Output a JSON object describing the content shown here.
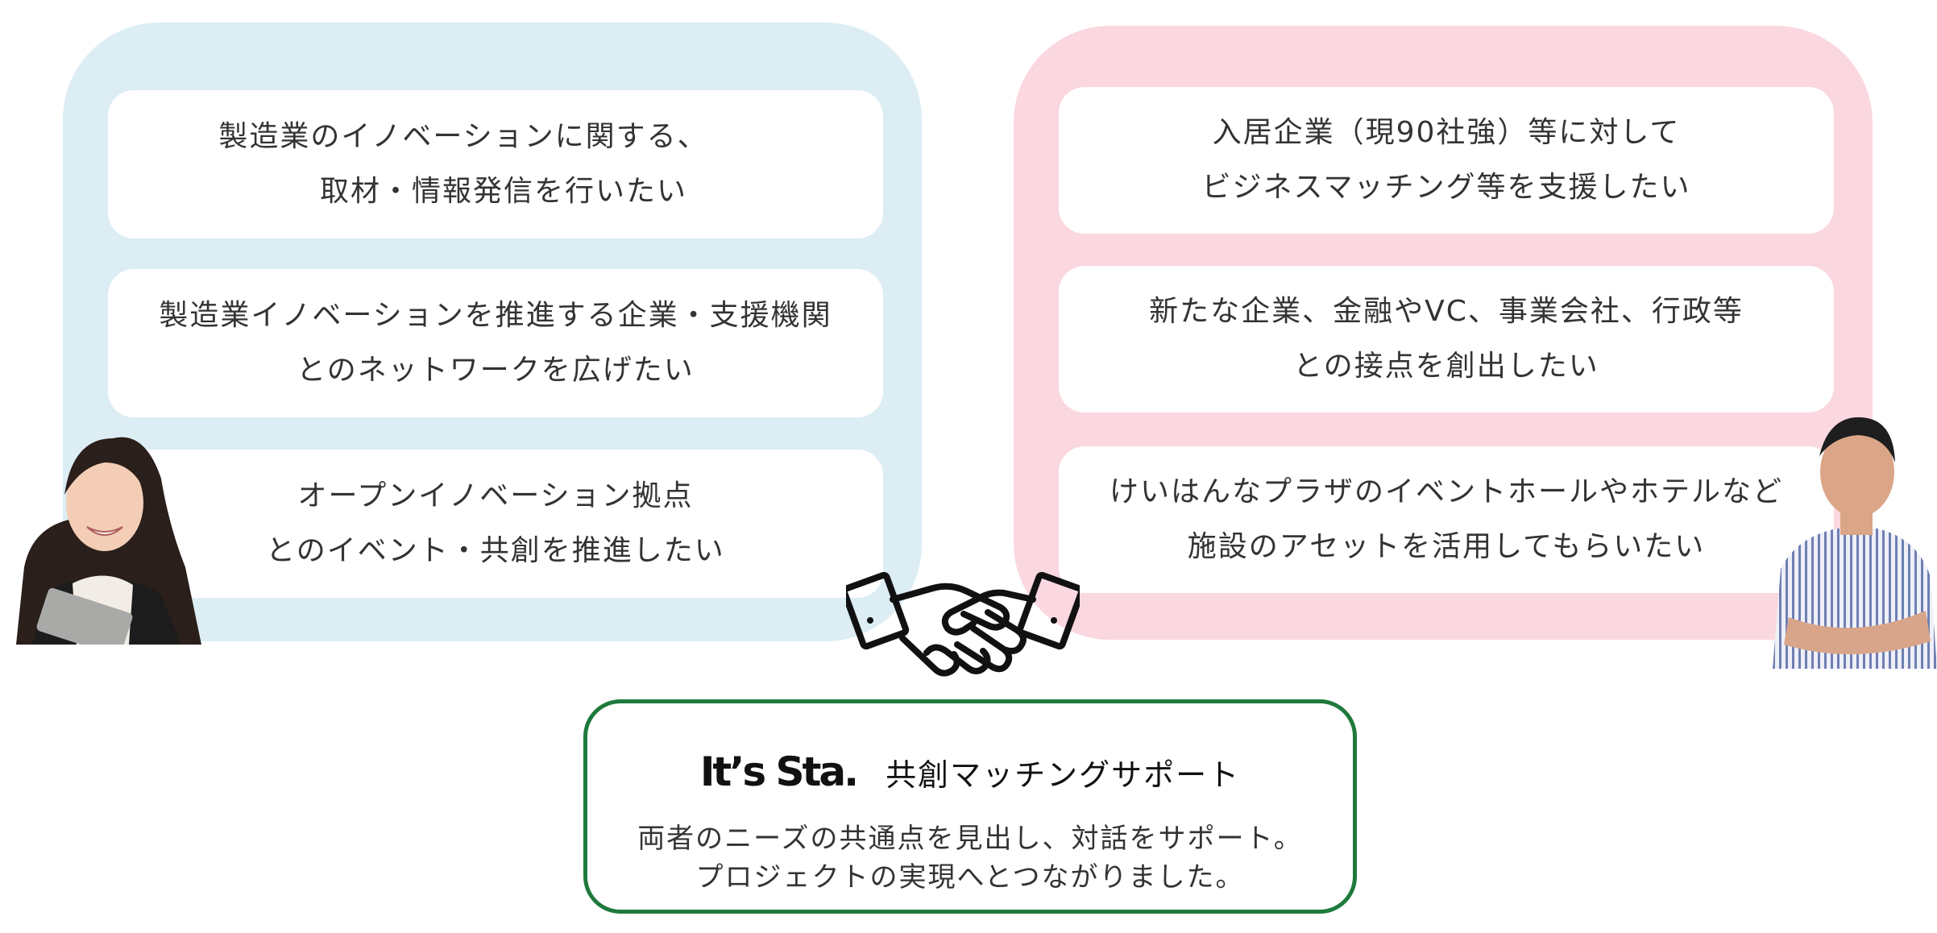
{
  "left_panel": {
    "color": "#dcedf4",
    "cards": [
      {
        "line1": "製造業のイノベーションに関する、",
        "line2": "取材・情報発信を行いたい"
      },
      {
        "line1": "製造業イノベーションを推進する企業・支援機関",
        "line2": "とのネットワークを広げたい"
      },
      {
        "line1": "オープンイノベーション拠点",
        "line2": "とのイベント・共創を推進したい"
      }
    ]
  },
  "right_panel": {
    "color": "#fbd7e0",
    "cards": [
      {
        "line1": "入居企業（現90社強）等に対して",
        "line2": "ビジネスマッチング等を支援したい"
      },
      {
        "line1": "新たな企業、金融やVC、事業会社、行政等",
        "line2": "との接点を創出したい"
      },
      {
        "line1": "けいはんなプラザのイベントホールやホテルなど",
        "line2": "施設のアセットを活用してもらいたい"
      }
    ]
  },
  "bottom": {
    "brand": "It’s Sta.",
    "title": "共創マッチングサポート",
    "desc_line1": "両者のニーズの共通点を見出し、対話をサポート。",
    "desc_line2": "プロジェクトの実現へとつながりました。",
    "border_color": "#1e7a3c"
  },
  "icons": {
    "handshake": "handshake-icon",
    "left_person": "woman-photo",
    "right_person": "man-photo"
  }
}
